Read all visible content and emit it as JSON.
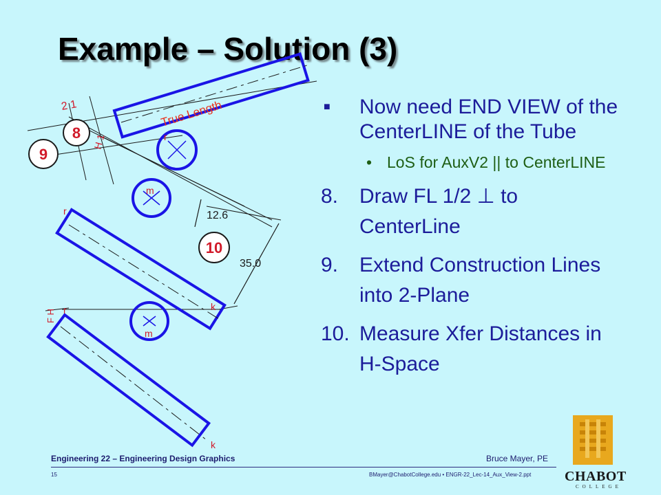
{
  "slide": {
    "title": "Example – Solution (3)"
  },
  "drawing": {
    "true_length_label": "True Length",
    "dim_12_6": "12.6",
    "dim_35_0": "35.0",
    "callouts": {
      "c8": "8",
      "c9": "9",
      "c10": "10"
    },
    "fold_label_2_1": "2 1",
    "fold_label_h1": "H 1",
    "fold_label_fh": "F H",
    "point_labels": {
      "m_upper": "m",
      "m_lower": "m",
      "k_upper": "k",
      "k_lower": "k",
      "r": "r",
      "r_upper": "r",
      "r_fl": "r"
    },
    "colors": {
      "tube": "#1a14e6",
      "construction": "#1a1a1a",
      "true_length": "#e8311c",
      "callout_num": "#d11a2a",
      "dimension": "#1a1a1a"
    }
  },
  "bullets": {
    "b1": "Now need END VIEW of the CenterLINE of the Tube",
    "sub1": "LoS for AuxV2 || to CenterLINE",
    "steps": [
      {
        "num": "8.",
        "text": "Draw FL 1/2 ⊥ to CenterLine"
      },
      {
        "num": "9.",
        "text": "Extend Construction Lines into 2-Plane"
      },
      {
        "num": "10.",
        "text": "Measure Xfer Distances in H-Space"
      }
    ]
  },
  "footer": {
    "course": "Engineering 22 – Engineering Design Graphics",
    "author": "Bruce Mayer, PE",
    "page": "15",
    "file": "BMayer@ChabotCollege.edu  • ENGR-22_Lec-14_Aux_View-2.ppt"
  },
  "logo": {
    "name": "CHABOT",
    "sub": "COLLEGE"
  }
}
